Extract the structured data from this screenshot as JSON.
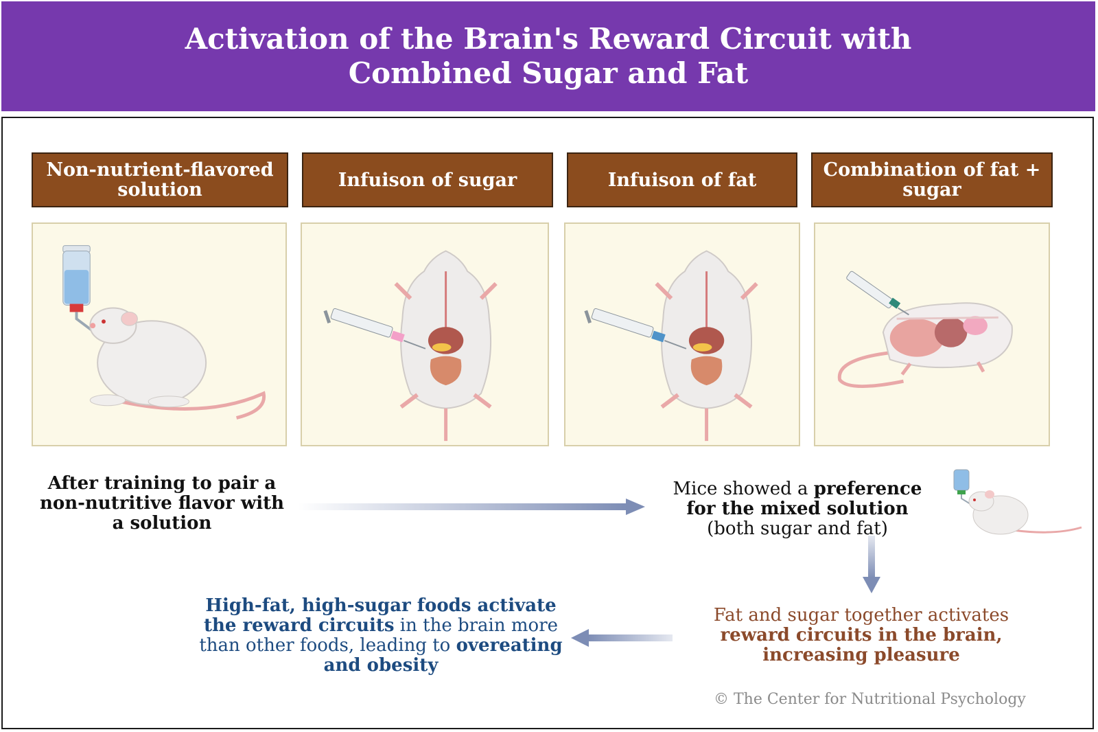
{
  "title": "Activation of the Brain's Reward Circuit with Combined Sugar and Fat",
  "stages": [
    {
      "label": "Non-nutrient-flavored solution"
    },
    {
      "label": "Infuison of sugar"
    },
    {
      "label": "Infuison of fat"
    },
    {
      "label": "Combination of fat + sugar"
    }
  ],
  "step1": {
    "text": "After training to pair a non-nutritive flavor with a solution"
  },
  "step2": {
    "pre": "Mice showed a ",
    "bold": "preference for the mixed solution",
    "post": " (both sugar and fat)"
  },
  "step3": {
    "line": "Fat and sugar together activates",
    "bold": "reward circuits in the brain, increasing pleasure"
  },
  "step4": {
    "bold1": "High-fat, high-sugar foods activate the reward circuits",
    "mid": " in the brain more than other foods, leading to ",
    "bold2": "overeating and obesity"
  },
  "credit": "© The Center for Nutritional Psychology",
  "colors": {
    "banner": "#7639ad",
    "label": "#8b4c1e",
    "panel": "#fcf9e8",
    "arrow": "#7d8db5",
    "conclusion": "#1d4b80",
    "reward": "#8b4a2b"
  }
}
